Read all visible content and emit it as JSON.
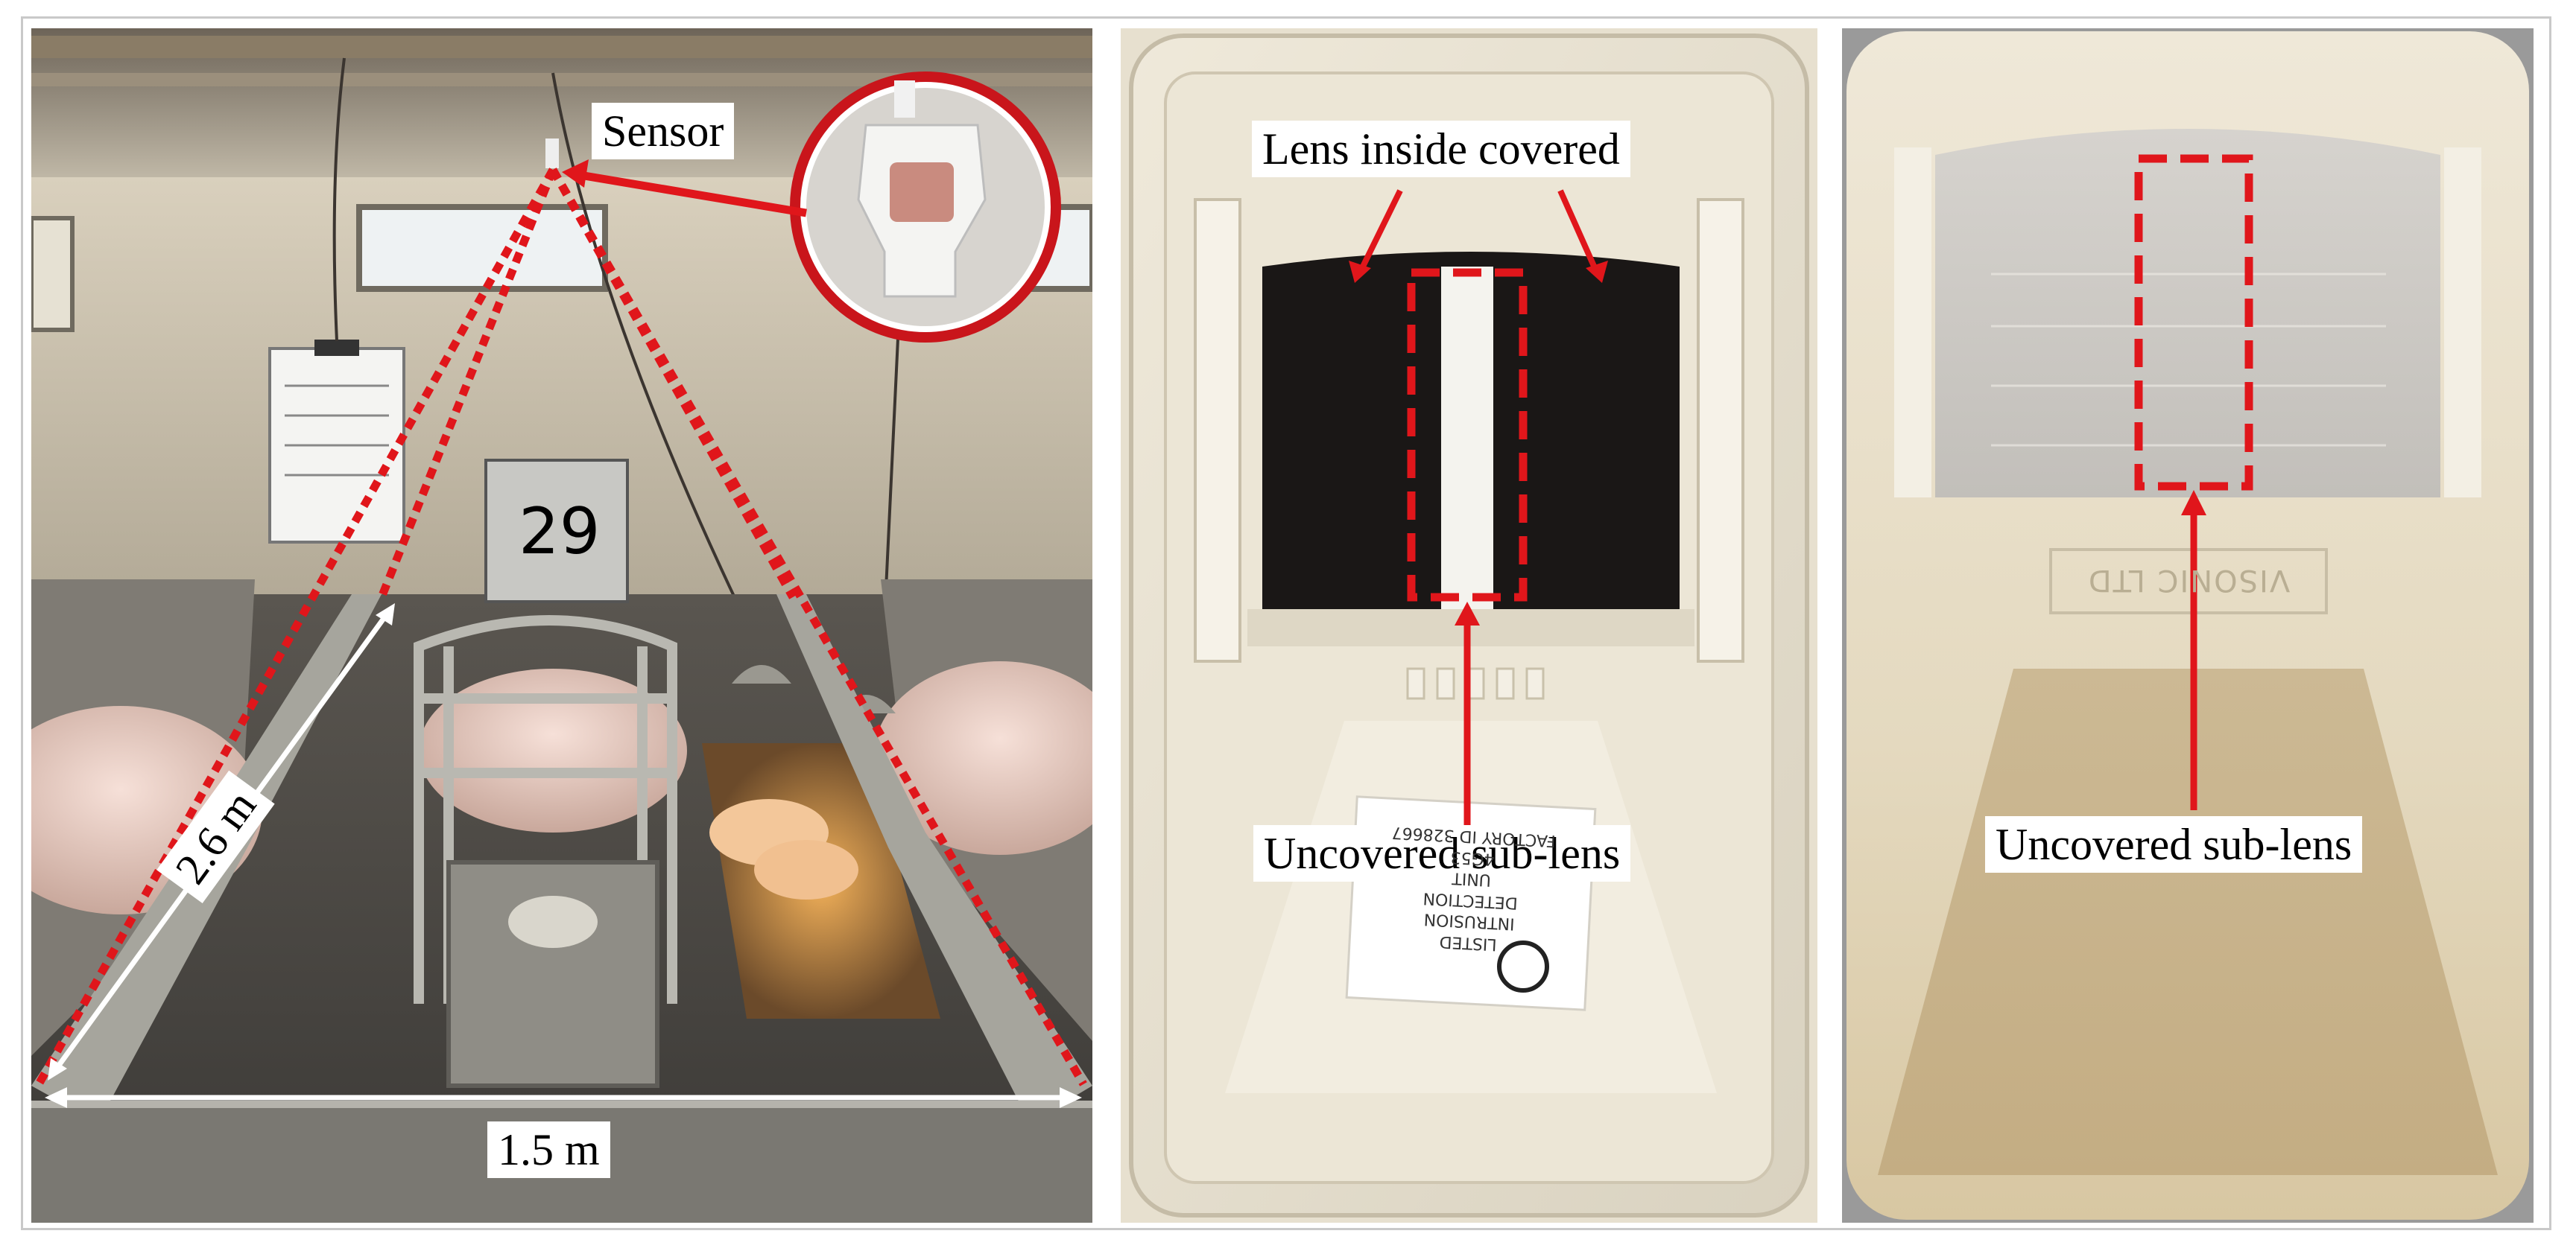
{
  "panels": [
    {
      "id": "farrowing-pen",
      "labels": {
        "sensor": "Sensor",
        "pen_number": "29",
        "length": "2.6 m",
        "width": "1.5 m"
      }
    },
    {
      "id": "sensor-inside",
      "labels": {
        "lens_covered": "Lens inside covered",
        "uncovered": "Uncovered sub-lens"
      },
      "sticker_lines": [
        "LISTED",
        "INTRUSION",
        "DETECTION",
        "UNIT",
        "4G53",
        "FACTORY ID 328667"
      ]
    },
    {
      "id": "sensor-front",
      "labels": {
        "uncovered": "Uncovered sub-lens",
        "brand": "VISONIC LTD"
      }
    }
  ],
  "colors": {
    "annotation_red": "#e0161b",
    "arrow_white": "#ffffff",
    "housing": "#e9e1cf"
  }
}
